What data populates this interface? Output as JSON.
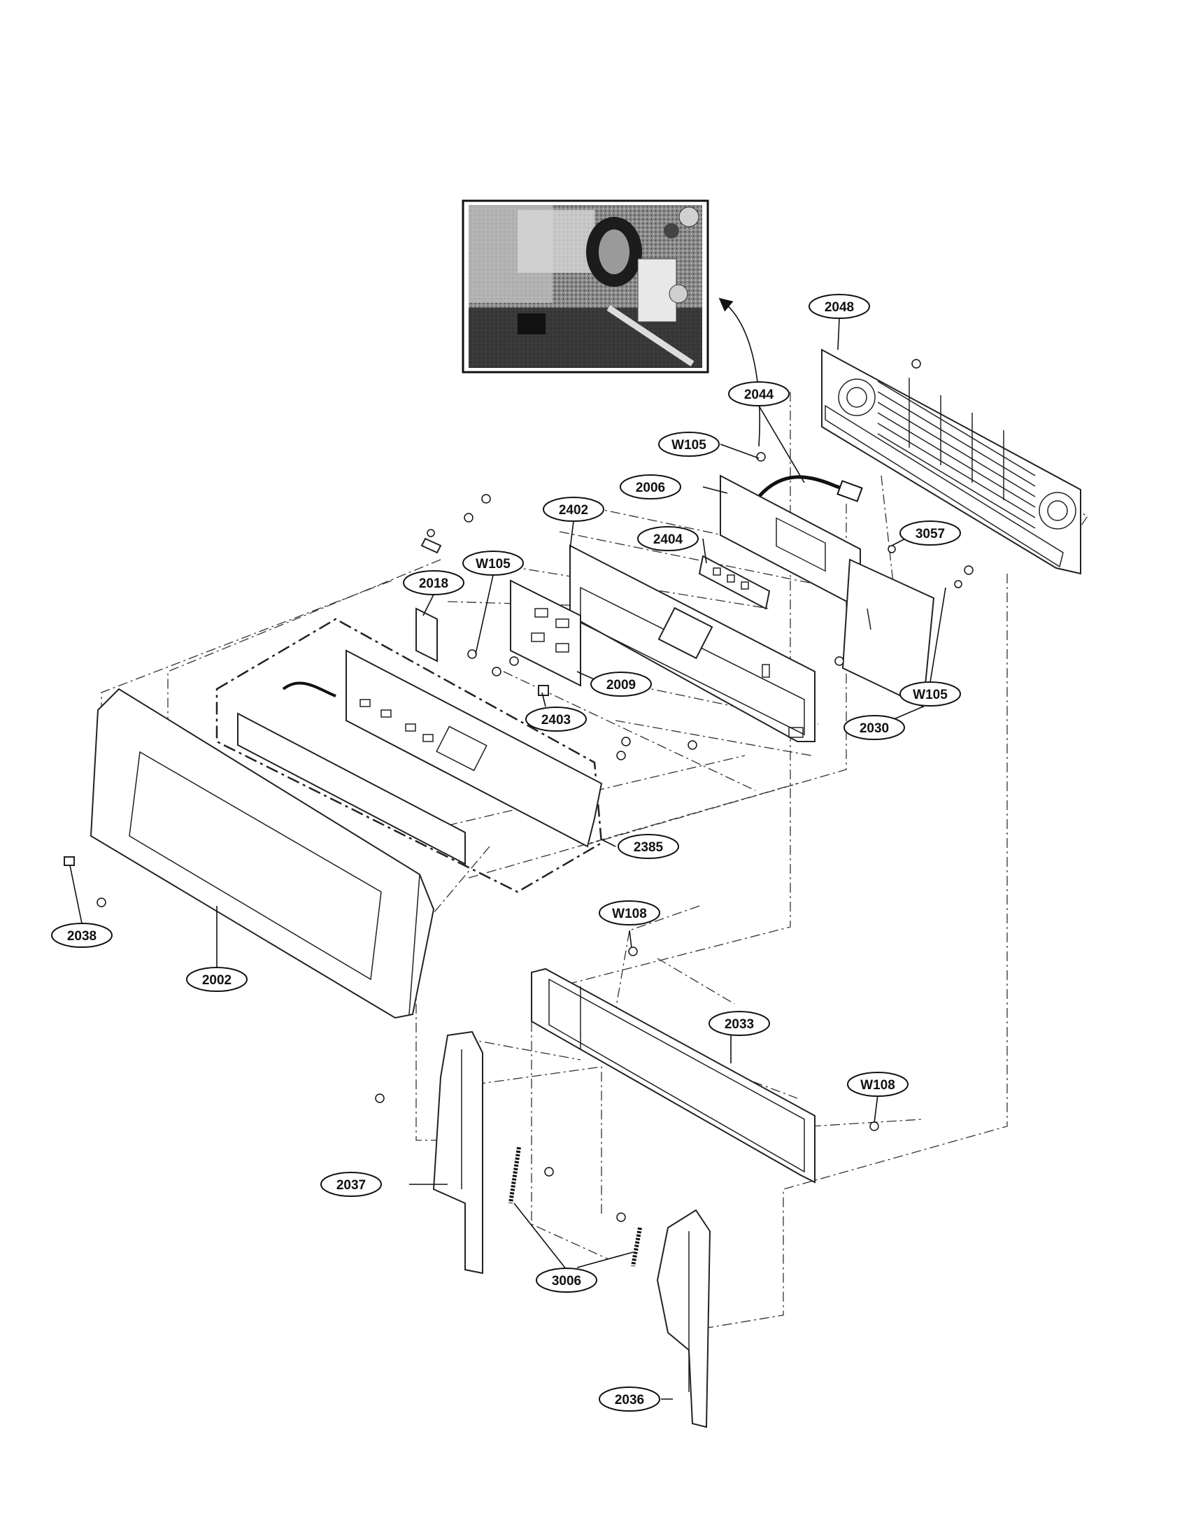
{
  "diagram": {
    "callouts": [
      {
        "id": "2048",
        "label": "2048"
      },
      {
        "id": "2044",
        "label": "2044"
      },
      {
        "id": "W105-top",
        "label": "W105"
      },
      {
        "id": "2006",
        "label": "2006"
      },
      {
        "id": "2402",
        "label": "2402"
      },
      {
        "id": "2404",
        "label": "2404"
      },
      {
        "id": "3057",
        "label": "3057"
      },
      {
        "id": "W105-left",
        "label": "W105"
      },
      {
        "id": "2018",
        "label": "2018"
      },
      {
        "id": "2009",
        "label": "2009"
      },
      {
        "id": "W105-right",
        "label": "W105"
      },
      {
        "id": "2403",
        "label": "2403"
      },
      {
        "id": "2030",
        "label": "2030"
      },
      {
        "id": "2385",
        "label": "2385"
      },
      {
        "id": "2038",
        "label": "2038"
      },
      {
        "id": "2002",
        "label": "2002"
      },
      {
        "id": "W108-top",
        "label": "W108"
      },
      {
        "id": "2033",
        "label": "2033"
      },
      {
        "id": "W108-right",
        "label": "W108"
      },
      {
        "id": "2037",
        "label": "2037"
      },
      {
        "id": "3006",
        "label": "3006"
      },
      {
        "id": "2036",
        "label": "2036"
      }
    ]
  }
}
